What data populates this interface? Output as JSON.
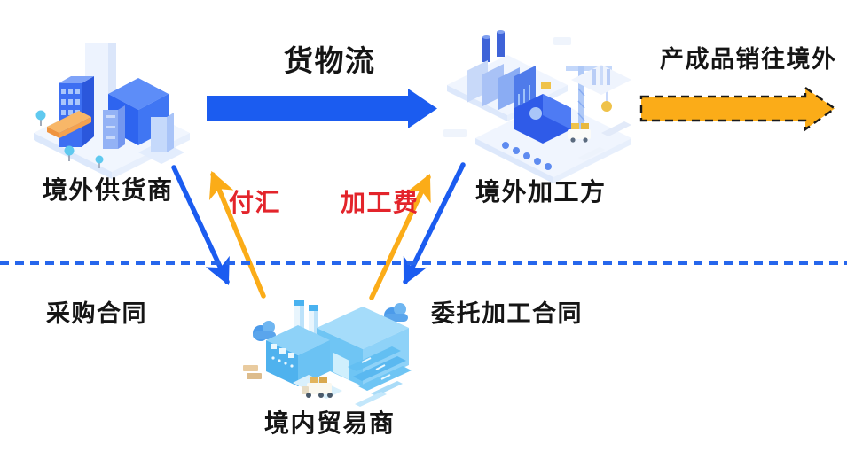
{
  "colors": {
    "background": "#FFFFFF",
    "flow_blue": "#1B5CF0",
    "flow_yellow": "#FBAC18",
    "label_red": "#E3242B",
    "label_black": "#151515",
    "boundary_dash_blue": "#2666EC",
    "export_arrow_outline": "#1A1A1A"
  },
  "nodes": {
    "overseas_supplier": {
      "label": "境外供货商"
    },
    "overseas_processor": {
      "label": "境外加工方"
    },
    "domestic_trader": {
      "label": "境内贸易商"
    }
  },
  "flows": {
    "goods_flow": {
      "label": "货物流",
      "style": "solid-blue-right-arrow",
      "from": "overseas_supplier",
      "to": "overseas_processor"
    },
    "export_sales": {
      "label": "产成品销往境外",
      "style": "yellow-arrow-black-dashed-outline",
      "from": "overseas_processor"
    },
    "payment_remittance": {
      "label": "付汇",
      "style": "yellow-up-arrow",
      "from": "domestic_trader",
      "to": "overseas_supplier"
    },
    "processing_fee": {
      "label": "加工费",
      "style": "yellow-up-arrow",
      "from": "domestic_trader",
      "to": "overseas_processor"
    },
    "supplier_to_trader": {
      "style": "blue-down-arrow",
      "from": "overseas_supplier",
      "to": "domestic_trader"
    },
    "processor_to_trader": {
      "style": "blue-down-arrow",
      "from": "overseas_processor",
      "to": "domestic_trader"
    },
    "purchase_contract": {
      "label": "采购合同"
    },
    "entrusted_processing_contract": {
      "label": "委托加工合同"
    }
  },
  "boundary": {
    "style": "horizontal-blue-dashed-line"
  }
}
